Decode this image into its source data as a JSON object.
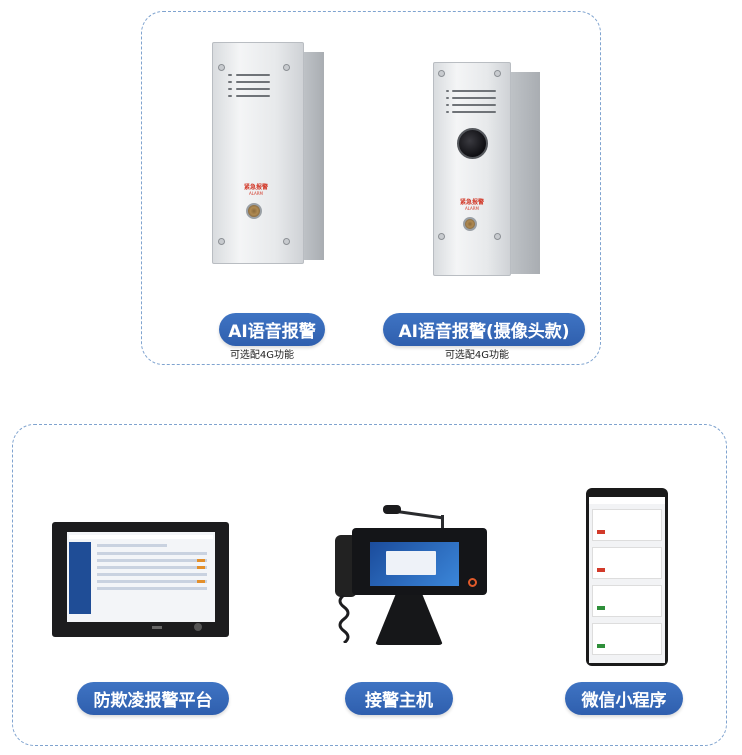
{
  "top_section": {
    "device1": {
      "pill": "AI语音报警",
      "note": "可选配4G功能",
      "panel_label": "紧急报警",
      "panel_sub": "ALARM"
    },
    "device2": {
      "pill": "AI语音报警(摄像头款)",
      "note": "可选配4G功能",
      "panel_label": "紧急报警",
      "panel_sub": "ALARM"
    }
  },
  "bottom_section": {
    "platform": {
      "pill": "防欺凌报警平台"
    },
    "host": {
      "pill": "接警主机"
    },
    "wechat": {
      "pill": "微信小程序"
    }
  },
  "colors": {
    "pill": "#2f5fae",
    "dashed_border": "#7fa3cf",
    "alarm_red": "#d23a2a"
  }
}
